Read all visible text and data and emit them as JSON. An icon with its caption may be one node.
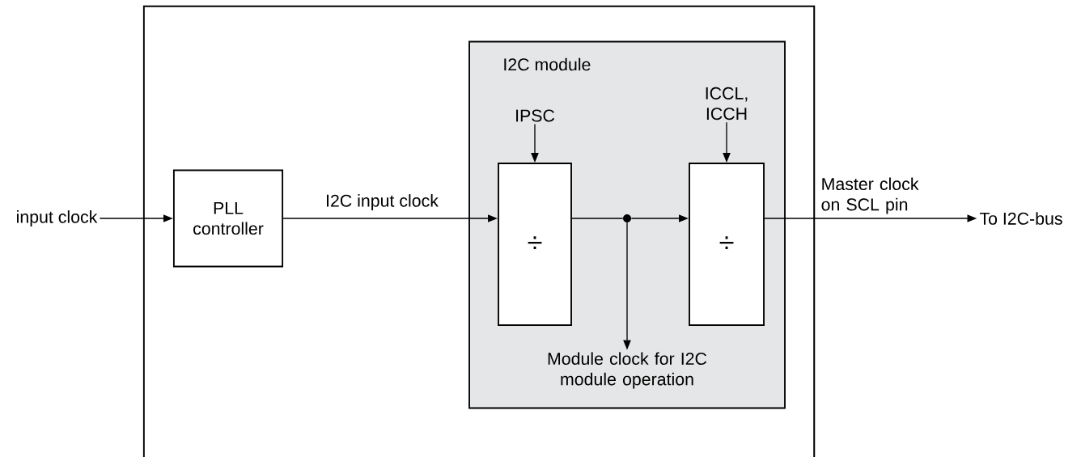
{
  "diagram": {
    "nodes": [
      {
        "text": [],
        "shape": "box"
      },
      {
        "text": [
          "I2C module"
        ],
        "in": 0
      },
      {
        "text": [
          "PLL controller"
        ],
        "in": 0
      },
      {
        "text": [
          "÷"
        ],
        "in": 1
      },
      {
        "text": [
          "÷"
        ],
        "in": 1
      },
      {
        "text": [
          "input clock"
        ]
      },
      {
        "text": [
          "IPSC"
        ],
        "in": 1
      },
      {
        "text": [
          "ICCL, ICCH"
        ],
        "in": 1
      },
      {
        "text": [
          "Module clock for I2C module operation"
        ],
        "in": 1
      },
      {
        "text": [
          "To I2C-bus"
        ]
      },
      {
        "text": [],
        "shape": "circle",
        "in": 1
      }
    ],
    "edges": [
      {
        "from": 5,
        "to": 2,
        "arrow": "to"
      },
      {
        "from": 2,
        "to": 3,
        "arrow": "to",
        "label": "I2C input clock"
      },
      {
        "from": 6,
        "to": 3,
        "arrow": "to"
      },
      {
        "from": 7,
        "to": 4,
        "arrow": "to"
      },
      {
        "from": 3,
        "to": 10,
        "arrow": "none"
      },
      {
        "from": 10,
        "to": 4,
        "arrow": "to"
      },
      {
        "from": 10,
        "to": 8,
        "arrow": "to"
      },
      {
        "from": 4,
        "to": 9,
        "arrow": "to",
        "label": "Master clock on SCL pin"
      }
    ]
  }
}
